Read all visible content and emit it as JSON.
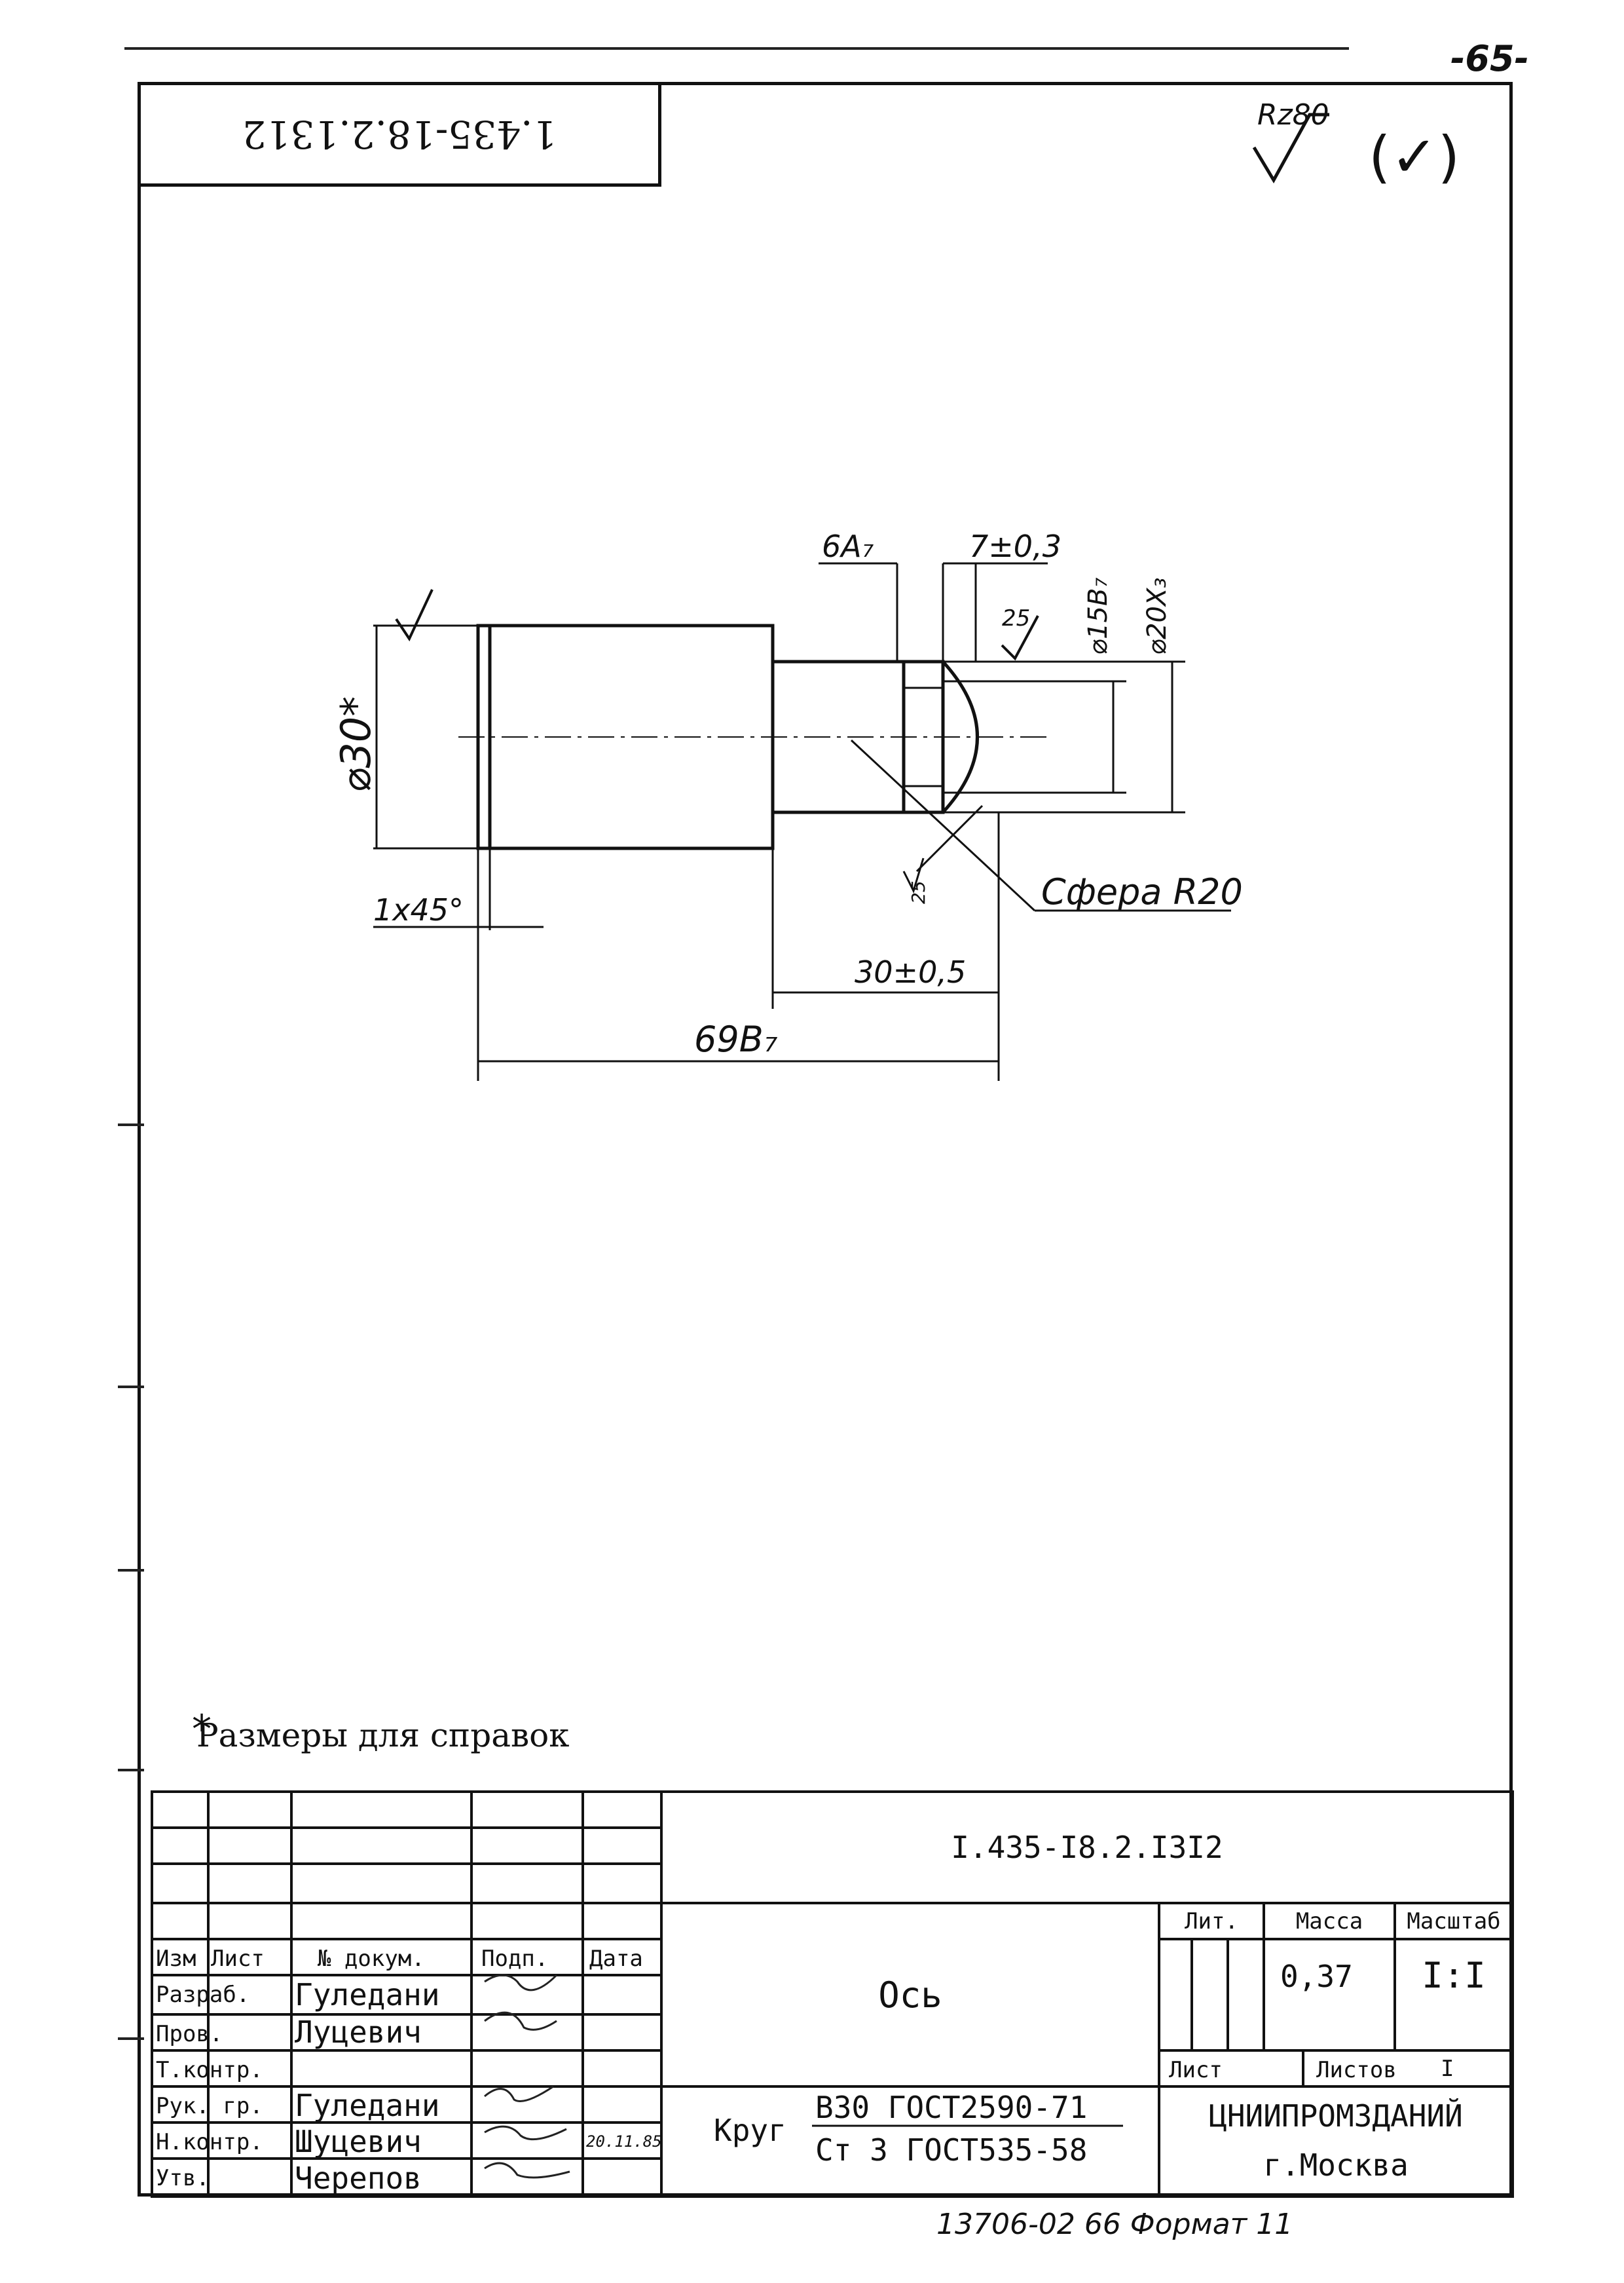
{
  "page": {
    "number": "-65-"
  },
  "stamp": {
    "code_rotated": "1.435-18.2.1312"
  },
  "roughness": {
    "general": "Rz80",
    "bracket": "(✓)"
  },
  "drawing": {
    "dims": {
      "d30": "⌀30*",
      "chamfer": "1x45°",
      "len69": "69B₇",
      "len30": "30±0,5",
      "w6": "6A₇",
      "w7": "7±0,3",
      "rough25": "25",
      "d15": "⌀15B₇",
      "d20": "⌀20X₃",
      "sphere": "Сфера R20",
      "rough_small": "25"
    }
  },
  "note": {
    "star": "*",
    "text": "Размеры для справок"
  },
  "title_block": {
    "designation": "I.435-I8.2.I3I2",
    "part_name": "Ось",
    "material_line1": "В30 ГОСТ2590-71",
    "material_line2": "Ст 3 ГОСТ535-58",
    "material_prefix": "Круг",
    "headers": {
      "izm": "Изм",
      "list": "Лист",
      "doc": "№ докум.",
      "sign": "Подп.",
      "date": "Дата"
    },
    "roles": [
      {
        "role": "Разраб.",
        "name": "Гуледани"
      },
      {
        "role": "Пров.",
        "name": "Луцевич"
      },
      {
        "role": "Т.контр.",
        "name": ""
      },
      {
        "role": "Рук. гр.",
        "name": "Гуледани"
      },
      {
        "role": "Н.контр.",
        "name": "Шуцевич"
      },
      {
        "role": "Утв.",
        "name": "Черепов"
      }
    ],
    "date_value": "20.11.85",
    "lit_label": "Лит.",
    "mass_label": "Масса",
    "scale_label": "Масштаб",
    "mass_value": "0,37",
    "scale_value": "I:I",
    "sheet_label": "Лист",
    "sheets_label": "Листов",
    "sheets_value": "I",
    "org_line1": "ЦНИИПРОМЗДАНИЙ",
    "org_line2": "г.Москва"
  },
  "footer": {
    "text": "13706-02   66   Формат 11"
  }
}
